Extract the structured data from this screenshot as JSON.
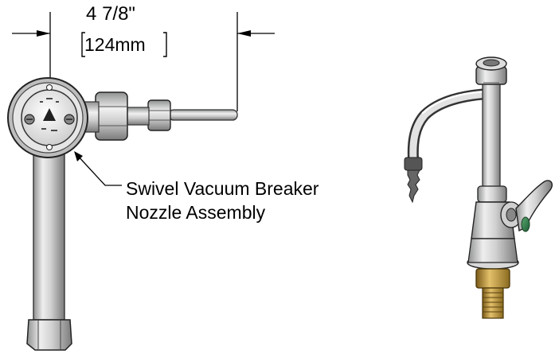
{
  "dimension": {
    "imperial": "4 7/8\"",
    "metric": "124mm"
  },
  "callout": {
    "line1": "Swivel Vacuum Breaker",
    "line2": "Nozzle Assembly"
  }
}
